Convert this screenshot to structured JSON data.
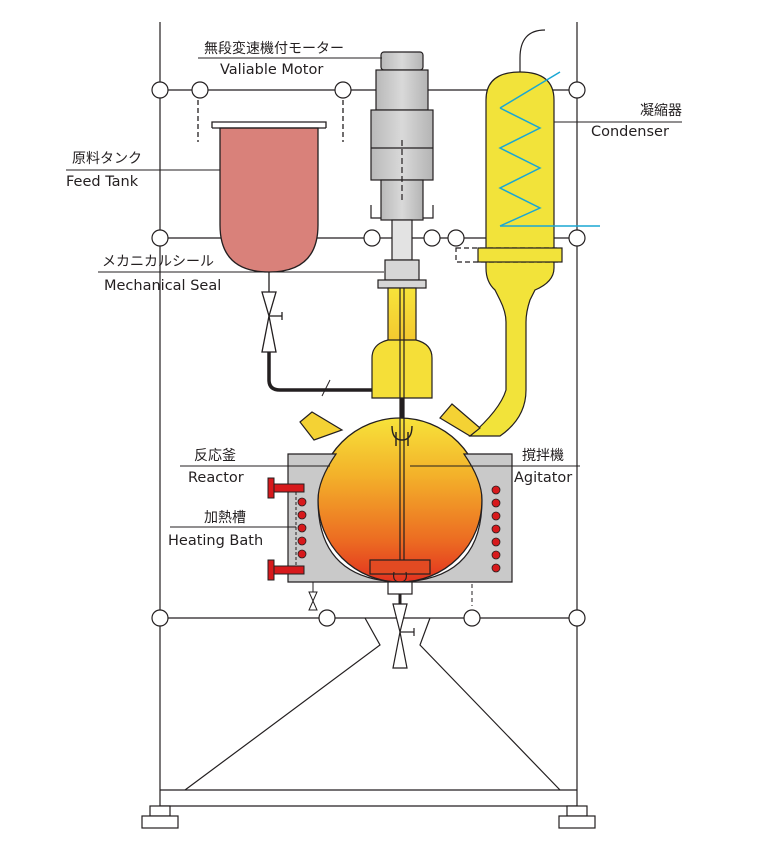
{
  "labels": {
    "motor": {
      "ja": "無段変速機付モーター",
      "en": "Valiable Motor"
    },
    "condenser": {
      "ja": "凝縮器",
      "en": "Condenser"
    },
    "feed_tank": {
      "ja": "原料タンク",
      "en": "Feed Tank"
    },
    "mechanical_seal": {
      "ja": "メカニカルシール",
      "en": "Mechanical Seal"
    },
    "reactor": {
      "ja": "反応釜",
      "en": "Reactor"
    },
    "agitator": {
      "ja": "撹拌機",
      "en": "Agitator"
    },
    "heating_bath": {
      "ja": "加熱槽",
      "en": "Heating Bath"
    }
  },
  "colors": {
    "frame": "#231f20",
    "feed_tank": "#d9817a",
    "motor_body": "#c8c8c8",
    "condenser": "#f2e33a",
    "coil": "#1aa7d4",
    "heater_element": "#d7191c",
    "bath": "#c9c9c9"
  }
}
